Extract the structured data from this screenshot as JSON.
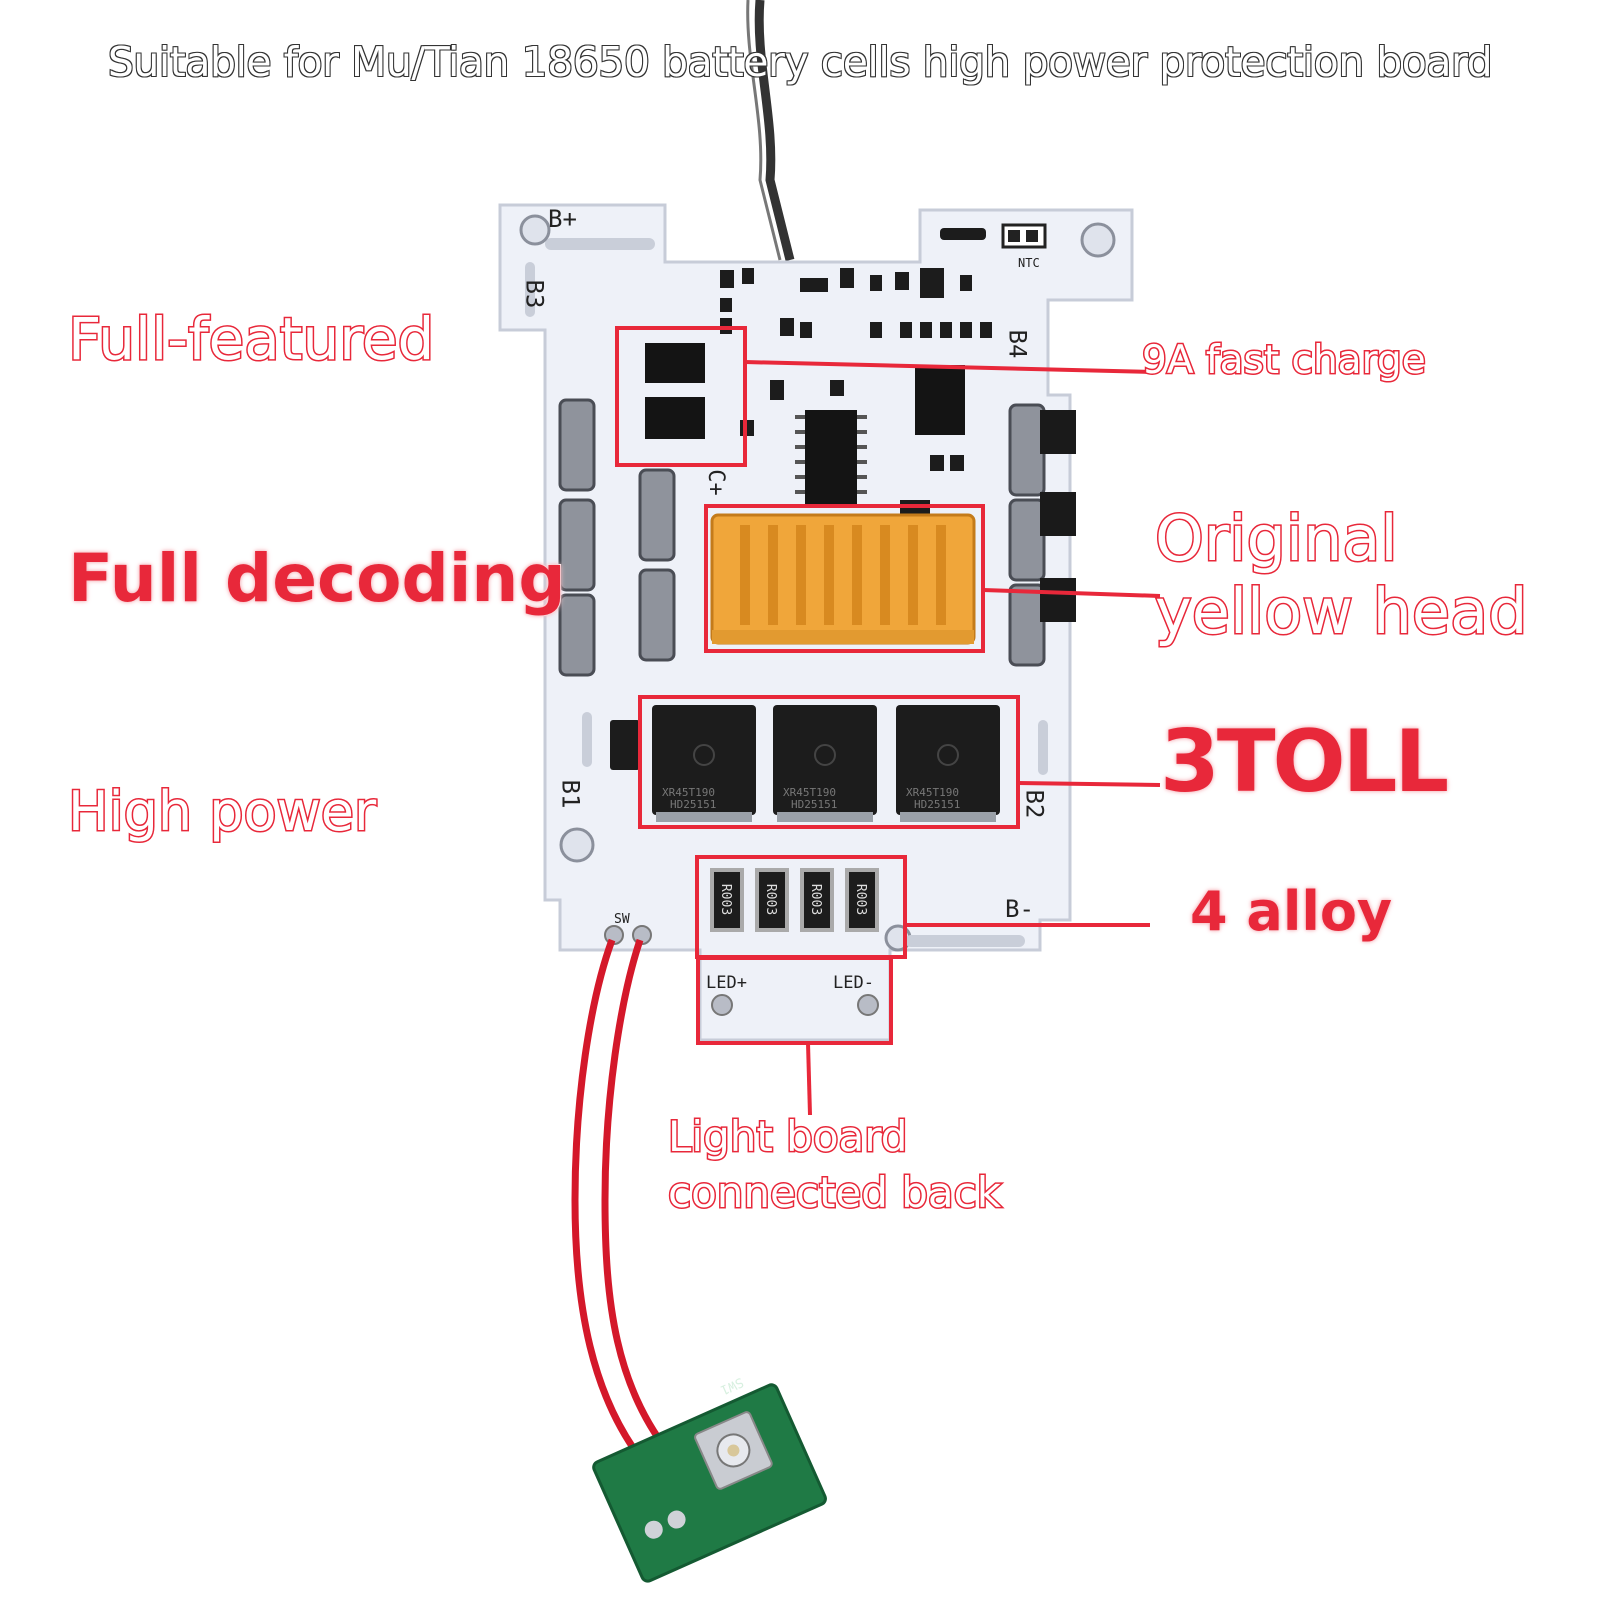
{
  "title": "Suitable for Mu/Tian 18650 battery cells high power protection board",
  "labels": {
    "full_featured": "Full-featured",
    "full_decoding": "Full decoding",
    "high_power": "High power",
    "fast_charge": "9A fast charge",
    "yellow_head_line1": "Original",
    "yellow_head_line2": "yellow head",
    "toll": "3TOLL",
    "alloy": "4 alloy",
    "light_board_line1": "Light board",
    "light_board_line2": "connected back"
  },
  "pcb": {
    "b_plus": "B+",
    "b_minus": "B-",
    "b1": "B1",
    "b2": "B2",
    "b3": "B3",
    "b4": "B4",
    "c_plus": "C+",
    "ntc": "NTC",
    "sw": "SW",
    "led_plus": "LED+",
    "led_minus": "LED-",
    "resistor_code": "R003",
    "mosfet_line1": "XR45T190",
    "mosfet_line2": "HD25151",
    "switch_label": "SW1"
  },
  "colors": {
    "accent_red": "#e8283a",
    "pcb_white": "#eef1f8",
    "connector_orange": "#f0a63a",
    "wire_red": "#d4182a",
    "green_board": "#1f7a45"
  }
}
